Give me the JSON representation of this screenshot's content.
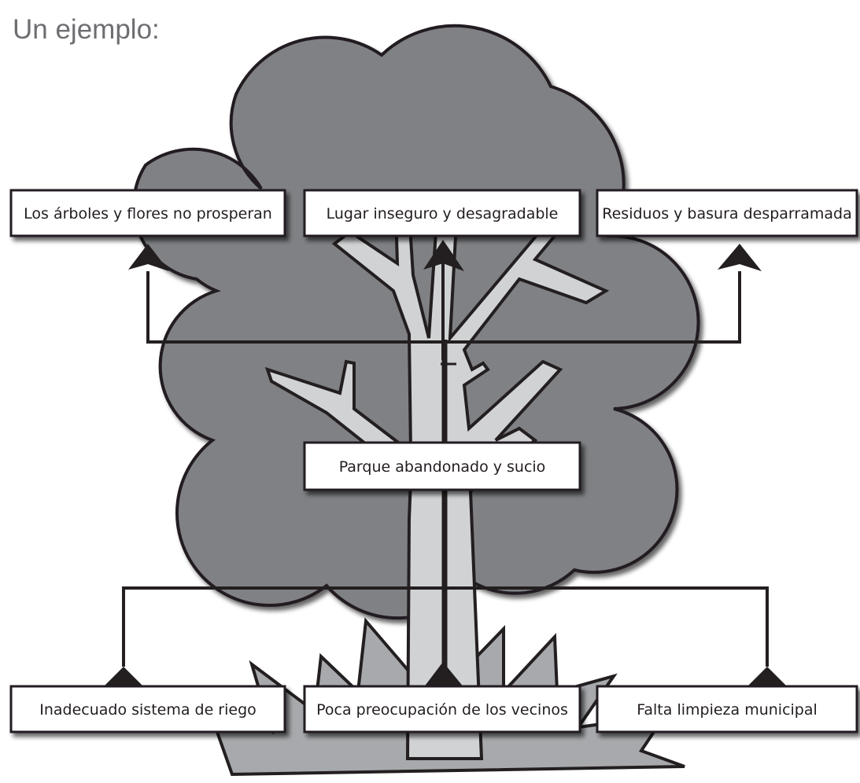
{
  "heading": "Un ejemplo:",
  "colors": {
    "crown": "#808184",
    "trunk": "#d1d2d4",
    "grass": "#a7a9ac",
    "stroke": "#231f20",
    "box_fill": "#ffffff"
  },
  "effects": [
    "Los árboles y flores no prosperan",
    "Lugar inseguro y desagradable",
    "Residuos y basura desparramada"
  ],
  "problem": "Parque abandonado y sucio",
  "causes": [
    "Inadecuado sistema de riego",
    "Poca preocupación de los vecinos",
    "Falta limpieza municipal"
  ]
}
